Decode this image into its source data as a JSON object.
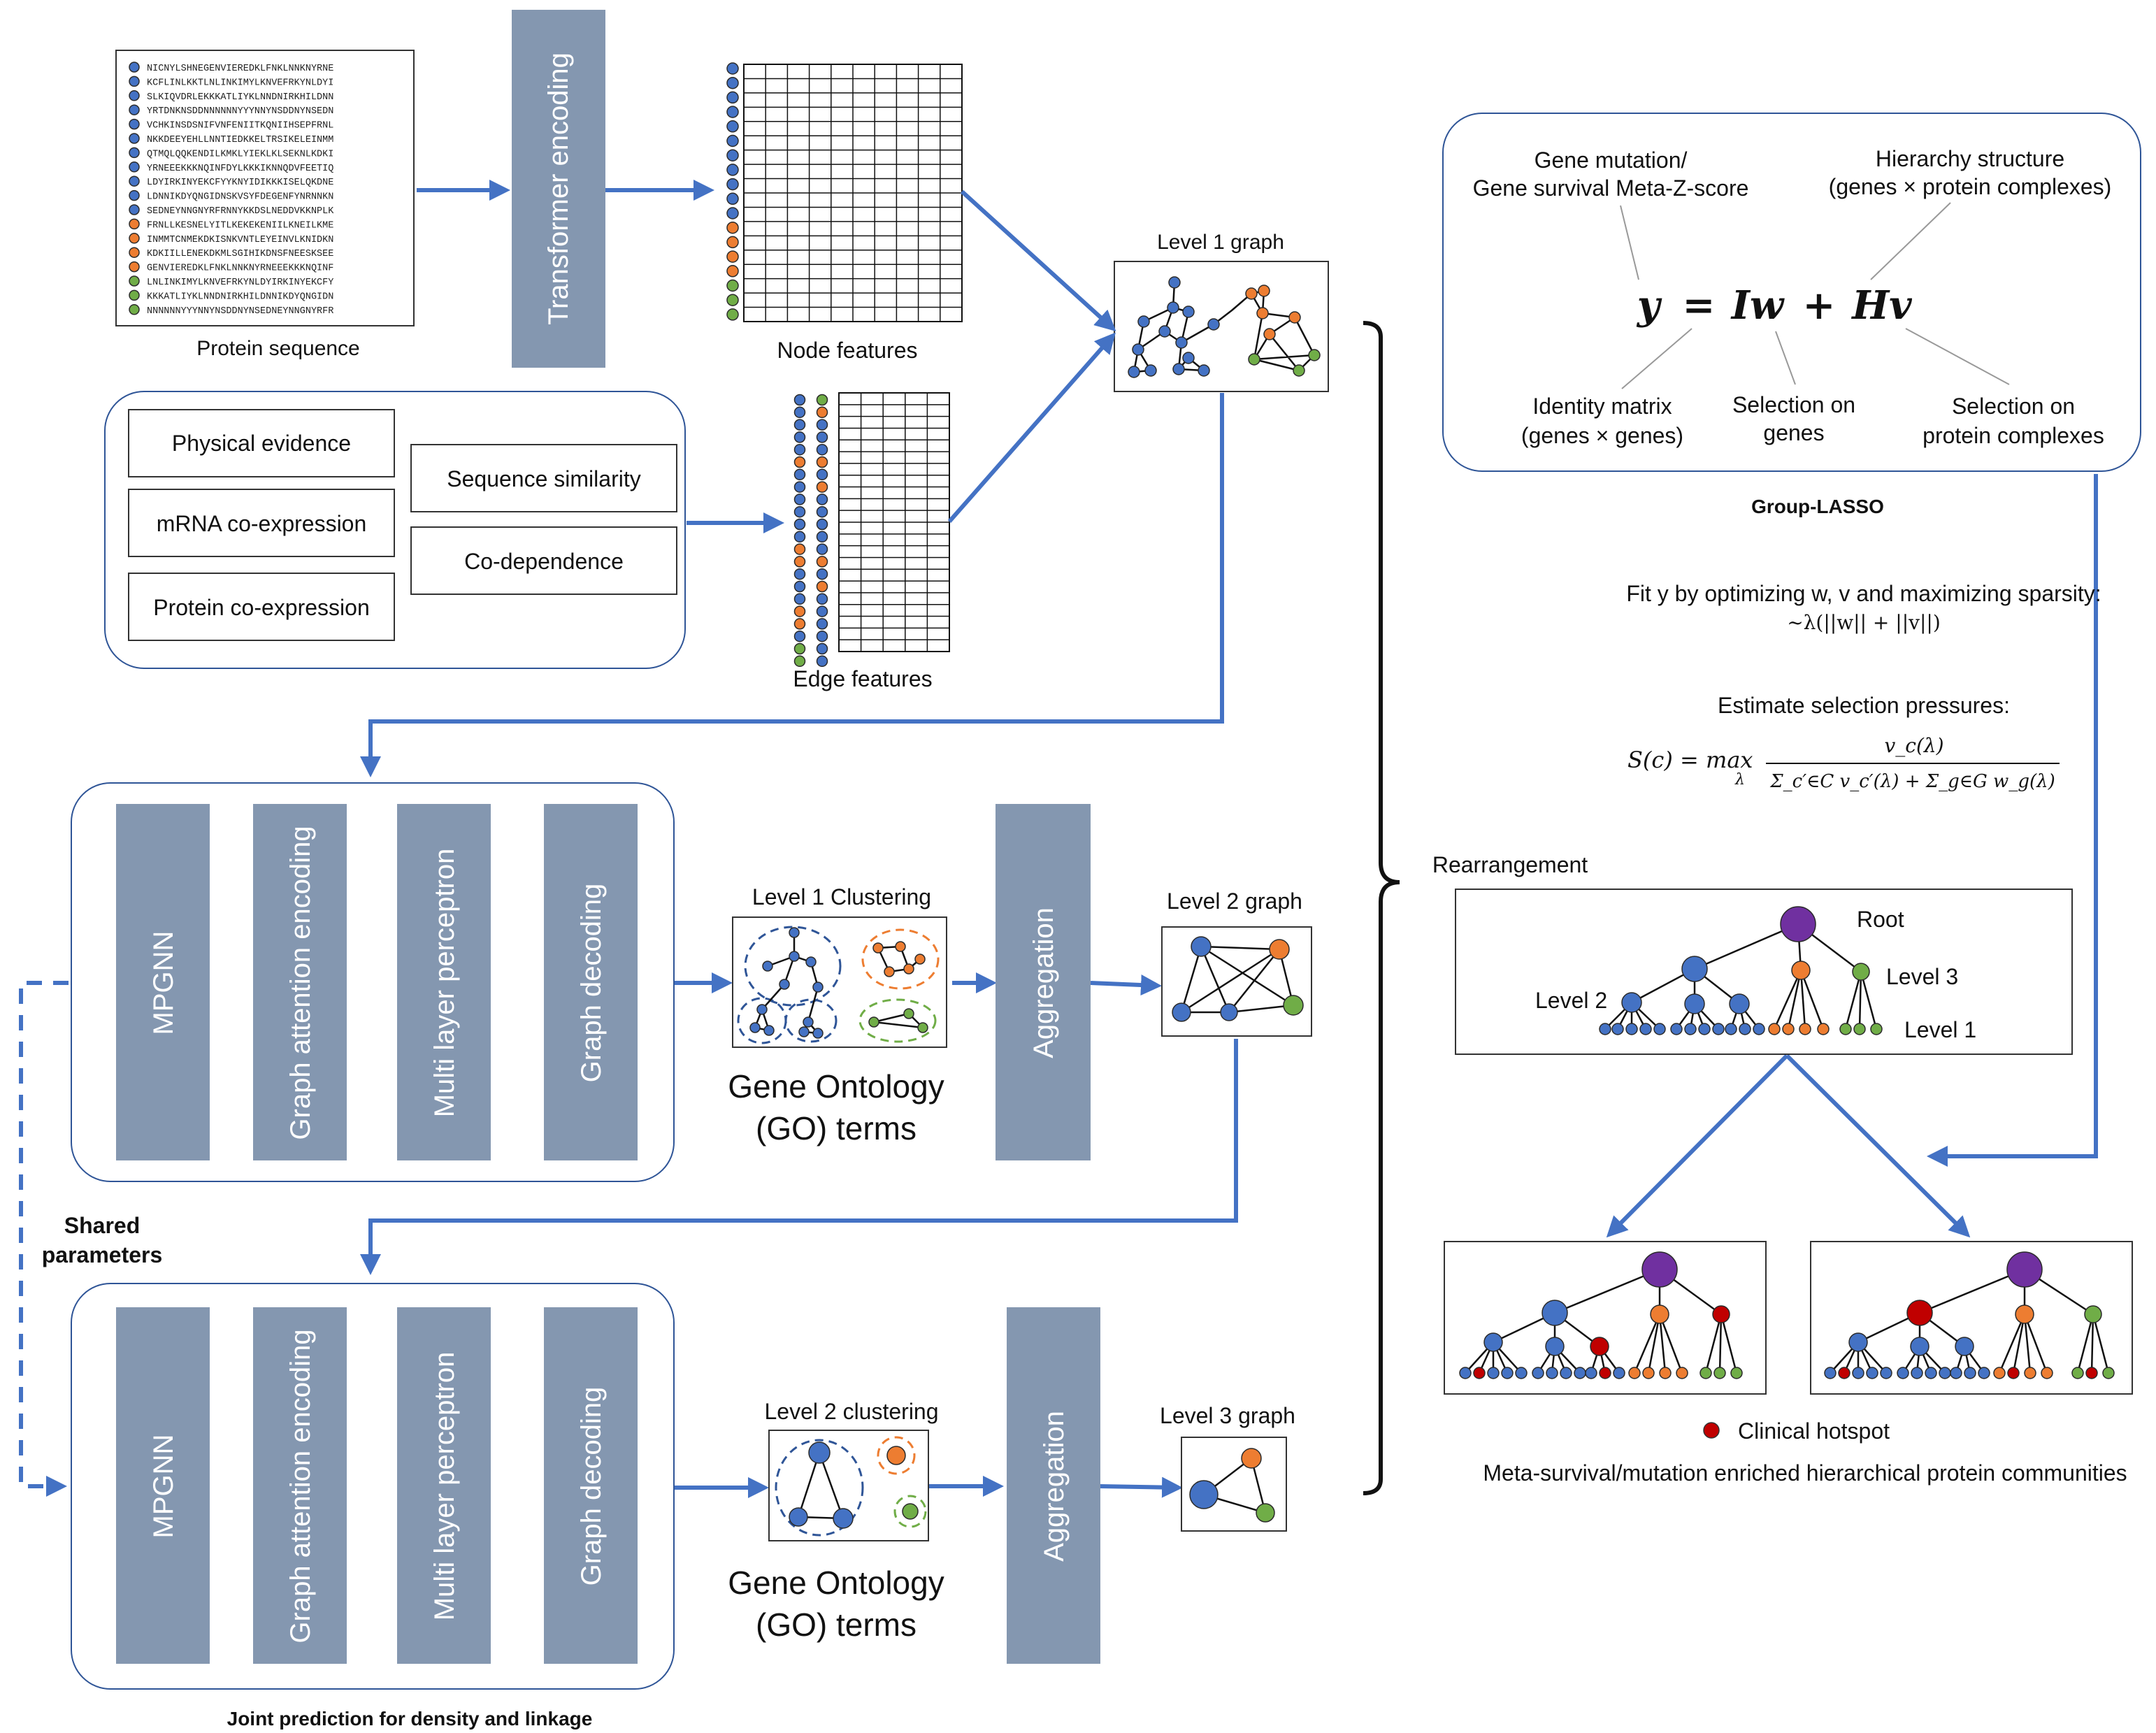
{
  "colors": {
    "arrow": "#4472c4",
    "block": "#8497b0",
    "frame": "#2f5597",
    "node_blue": "#4472c4",
    "node_orange": "#ed7d31",
    "node_green": "#70ad47",
    "node_purple": "#7030a0",
    "node_red": "#c00000"
  },
  "protein_sequence": {
    "label": "Protein sequence",
    "lines": [
      "NICNYLSHNEGENVIEREDKLFNKLNNKNYRNE",
      "KCFLINLKKTLNLINKIMYLKNVEFRKYNLDYI",
      "SLKIQVDRLEKKKATLIYKLNNDNIRKHILDNN",
      "YRTDNKNSDDNNNNNNYYYNNYNSDDNYNSEDN",
      "VCHKINSDSNIFVNFENIITKQNIIHSEPFRNL",
      "NKKDEEYEHLLNNTIEDKKELTRSIKELEINMM",
      "QTMQLQQKENDILKMKLYIEKLKLSEKNLKDKI",
      "YRNEEEKKKNQINFDYLKKKIKNNQDVFEETIQ",
      "LDYIRKINYEKCFYYKNYIDIKKKISELQKDNE",
      "LDNNIKDYQNGIDNSKVSYFDEGENFYNRNNKN",
      "SEDNEYNNGNYRFRNNYKKDSLNEDDVKKNPLK",
      "FRNLLKESNELYITLKEKEKENIILKNEILKME",
      "INMMTCNMEKDKISNKVNTLEYEINVLKNIDKN",
      "KDKIILLENEKDKMLSGIHIKDNSFNEESKSEE",
      "GENVIEREDKLFNKLNNKNYRNEEEKKKNQINF",
      "LNLINKIMYLKNVEFRKYNLDYIRKINYEKCFY",
      "KKKATLIYKLNNDNIRKHILDNNIKDYQNGIDN",
      "NNNNNNYYYNNYNSDDNYNSEDNEYNNGNYRFR"
    ]
  },
  "transformer_label": "Transformer encoding",
  "node_features_label": "Node features",
  "edge_features_label": "Edge features",
  "evidence": {
    "physical": "Physical evidence",
    "mrna": "mRNA co-expression",
    "protein": "Protein co-expression",
    "sequence": "Sequence similarity",
    "codependence": "Co-dependence"
  },
  "level1_graph_label": "Level 1 graph",
  "level2_graph_label": "Level 2 graph",
  "level3_graph_label": "Level 3 graph",
  "gnn_blocks": {
    "mpgnn": "MPGNN",
    "attention": "Graph attention encoding",
    "mlp": "Multi layer perceptron",
    "decoding": "Graph decoding",
    "aggregation": "Aggregation"
  },
  "level1_clustering_label": "Level 1 Clustering",
  "level2_clustering_label": "Level 2 clustering",
  "go_terms_line1": "Gene Ontology",
  "go_terms_line2": "(GO)  terms",
  "shared_parameters_line1": "Shared",
  "shared_parameters_line2": "parameters",
  "joint_prediction_label": "Joint prediction for density and linkage",
  "lasso": {
    "gene_mutation_line1": "Gene mutation/",
    "gene_mutation_line2": "Gene survival Meta-Z-score",
    "hierarchy_line1": "Hierarchy structure",
    "hierarchy_line2": "(genes × protein complexes)",
    "equation": {
      "y": "y",
      "eq": "=",
      "iw": "Iw",
      "plus": "+",
      "hv": "Hv"
    },
    "identity_line1": "Identity matrix",
    "identity_line2": "(genes × genes)",
    "sel_genes_line1": "Selection on",
    "sel_genes_line2": "genes",
    "sel_complex_line1": "Selection on",
    "sel_complex_line2": "protein complexes",
    "title": "Group-LASSO"
  },
  "fit_line1": "Fit y by optimizing w, v and maximizing sparsity:",
  "fit_line2": "~λ(||w|| + ||v||)",
  "estimate_label": "Estimate selection pressures:",
  "formula": {
    "lhs": "S(c) = max",
    "lambda": "λ",
    "numerator": "v_c(λ)",
    "denominator": "Σ_c′∈C v_c′(λ) + Σ_g∈G w_g(λ)"
  },
  "rearrangement_label": "Rearrangement",
  "tree_labels": {
    "root": "Root",
    "level3": "Level 3",
    "level2": "Level 2",
    "level1": "Level 1"
  },
  "clinical_hotspot_label": "Clinical hotspot",
  "communities_label": "Meta-survival/mutation enriched hierarchical protein communities"
}
